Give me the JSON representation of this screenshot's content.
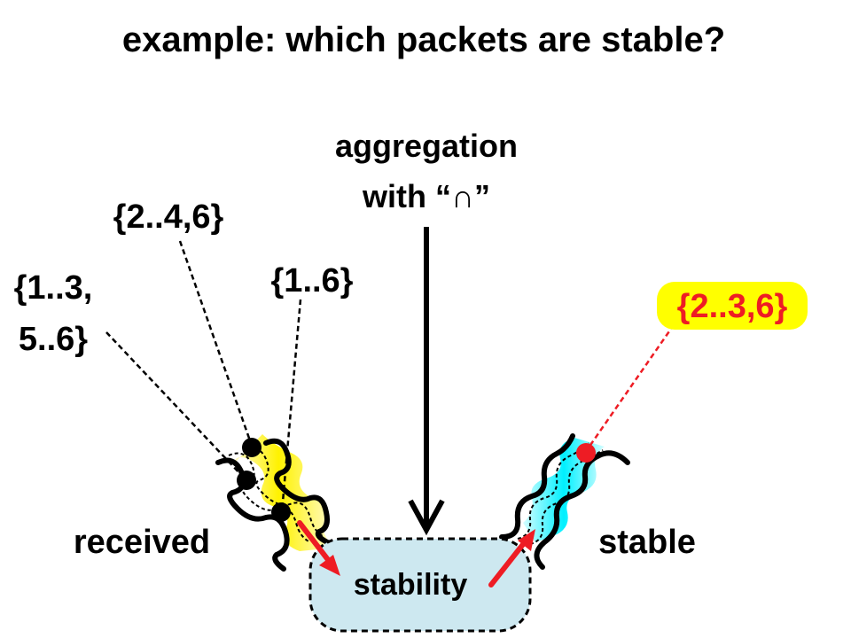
{
  "title": "example: which packets are stable?",
  "aggregation": {
    "line1": "aggregation",
    "line2": "with “∩”"
  },
  "sets": {
    "set_a_line1": "{1..3,",
    "set_a_line2": "5..6}",
    "set_b": "{2..4,6}",
    "set_c": "{1..6}",
    "stable_set": "{2..3,6}"
  },
  "labels": {
    "received": "received",
    "stable": "stable",
    "stability": "stability"
  },
  "colors": {
    "received_fill": "#fff200",
    "stable_fill": "#00f0ff",
    "stability_fill": "#cde8f0",
    "highlight": "#ffff00",
    "accent": "#ee1c24",
    "ink": "#000000"
  }
}
